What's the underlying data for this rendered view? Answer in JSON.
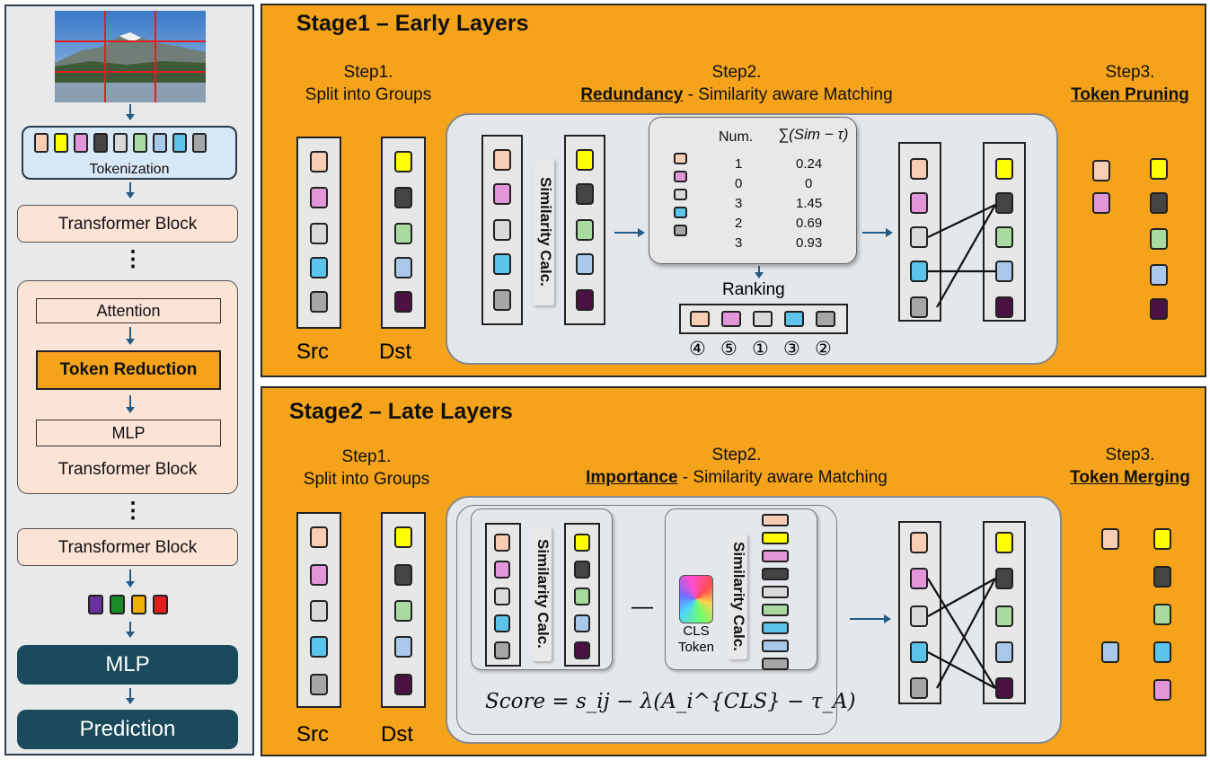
{
  "pipeline": {
    "tokenization_label": "Tokenization",
    "transformer_block_label": "Transformer Block",
    "attention_label": "Attention",
    "token_reduction_label": "Token Reduction",
    "mlp_inner_label": "MLP",
    "transformer_block_inner_label": "Transformer Block",
    "transformer_block_bottom_label": "Transformer Block",
    "mlp_label": "MLP",
    "prediction_label": "Prediction",
    "ellipsis": "⋮"
  },
  "stage1": {
    "title": "Stage1 – Early Layers",
    "step1_line1": "Step1.",
    "step1_line2": "Split into Groups",
    "step2_line1": "Step2.",
    "step2_bold": "Redundancy",
    "step2_rest": " - Similarity aware Matching",
    "step3_line1": "Step3.",
    "step3_bold": "Token Pruning",
    "src_label": "Src",
    "dst_label": "Dst",
    "similarity_label": "Similarity Calc.",
    "table_header_num": "Num.",
    "table_header_sum": "∑(Sim − τ)",
    "table_rows": [
      {
        "num": "1",
        "sum": "0.24"
      },
      {
        "num": "0",
        "sum": "0"
      },
      {
        "num": "3",
        "sum": "1.45"
      },
      {
        "num": "2",
        "sum": "0.69"
      },
      {
        "num": "3",
        "sum": "0.93"
      }
    ],
    "ranking_label": "Ranking",
    "ranks": [
      "④",
      "⑤",
      "①",
      "③",
      "②"
    ]
  },
  "stage2": {
    "title": "Stage2 – Late Layers",
    "step1_line1": "Step1.",
    "step1_line2": "Split into Groups",
    "step2_line1": "Step2.",
    "step2_bold": "Importance",
    "step2_rest": " - Similarity aware Matching",
    "step3_line1": "Step3.",
    "step3_bold": "Token Merging",
    "src_label": "Src",
    "dst_label": "Dst",
    "similarity_label": "Similarity Calc.",
    "similarity_label_2": "Similarity Calc.",
    "minus": "—",
    "cls_token_label": "CLS Token",
    "score_formula": "Score = s_ij − λ(A_i^{CLS} − τ_A)"
  },
  "colors": {
    "panel": "#f4a31b",
    "arrow": "#235b86",
    "dark_box": "#1b4a5c",
    "peach": "#f7cdb3",
    "pink": "#e295d8",
    "gray_light": "#d9d9d9",
    "cyan": "#5cc4ea",
    "gray": "#a6a6a6",
    "yellow": "#ffff00",
    "charcoal": "#444444",
    "green": "#a9dba0",
    "blue_light": "#a9c8ea",
    "plum": "#4b1142",
    "purple": "#6b2fa0",
    "dgreen": "#1a8a2a",
    "orange": "#f0b000",
    "red": "#e02020"
  }
}
